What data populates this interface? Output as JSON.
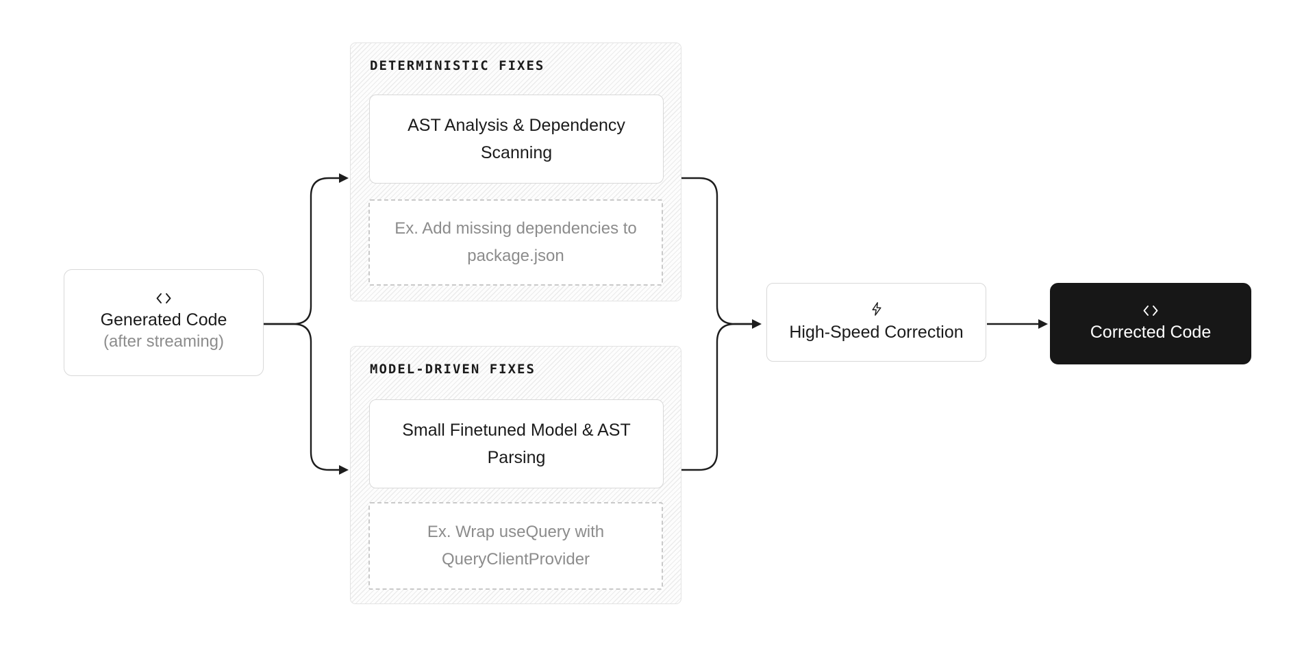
{
  "diagram": {
    "generated_code": {
      "icon": "code-icon",
      "title": "Generated Code",
      "subtitle": "(after streaming)"
    },
    "deterministic": {
      "heading": "DETERMINISTIC FIXES",
      "card": "AST Analysis & Dependency Scanning",
      "example": "Ex. Add missing dependencies to package.json"
    },
    "model_driven": {
      "heading": "MODEL-DRIVEN FIXES",
      "card": "Small Finetuned Model & AST Parsing",
      "example": "Ex. Wrap useQuery with QueryClientProvider"
    },
    "high_speed": {
      "icon": "lightning-icon",
      "title": "High-Speed Correction"
    },
    "corrected_code": {
      "icon": "code-icon",
      "title": "Corrected Code"
    },
    "colors": {
      "dark_node_bg": "#171717",
      "text_primary": "#1b1b1b",
      "text_muted": "#8c8c8c",
      "connector": "#1d1d1d",
      "hatch_line": "#ebebeb",
      "border_light": "#d8d8d8",
      "border_dashed": "#c9c9c9"
    }
  }
}
